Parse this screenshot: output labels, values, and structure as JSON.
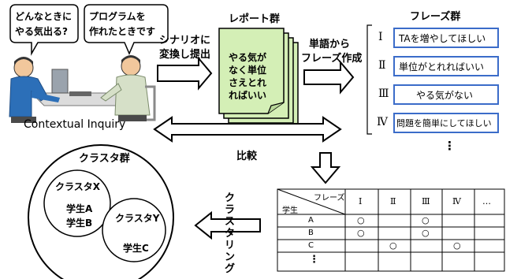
{
  "inquiry": {
    "bubble_left_line1": "どんなときに",
    "bubble_left_line2": "やる気出る?",
    "bubble_right_line1": "プログラムを",
    "bubble_right_line2": "作れたときです",
    "caption": "Contextual Inquiry"
  },
  "step_scenario": {
    "line1": "シナリオに",
    "line2": "変換し提出"
  },
  "reports": {
    "title": "レポート群",
    "text_lines": [
      "やる気が",
      "なく単位",
      "さえとれ",
      "ればいい"
    ]
  },
  "step_phrase": {
    "line1": "単語から",
    "line2": "フレーズ作成"
  },
  "phrases": {
    "title": "フレーズ群",
    "items": [
      {
        "numeral": "Ⅰ",
        "text": "TAを増やしてほしい"
      },
      {
        "numeral": "Ⅱ",
        "text": "単位がとれればいい"
      },
      {
        "numeral": "Ⅲ",
        "text": "やる気がない"
      },
      {
        "numeral": "Ⅳ",
        "text": "問題を簡単にしてほしい"
      }
    ],
    "more": "⋮"
  },
  "compare_label": "比較",
  "clusters": {
    "title": "クラスタ群",
    "cluster_x": {
      "name": "クラスタX",
      "members_line1": "学生A",
      "members_line2": "学生B"
    },
    "cluster_y": {
      "name": "クラスタY",
      "members": "学生C"
    }
  },
  "clustering_label": [
    "ク",
    "ラ",
    "ス",
    "タ",
    "リ",
    "ン",
    "グ"
  ],
  "matrix": {
    "corner_top": "フレーズ",
    "corner_bottom": "学生",
    "columns": [
      "Ⅰ",
      "Ⅱ",
      "Ⅲ",
      "Ⅳ",
      "…"
    ],
    "rows": [
      {
        "label": "A",
        "cells": [
          "○",
          "",
          "○",
          "",
          ""
        ]
      },
      {
        "label": "B",
        "cells": [
          "○",
          "",
          "○",
          "",
          ""
        ]
      },
      {
        "label": "C",
        "cells": [
          "",
          "○",
          "",
          "○",
          ""
        ]
      }
    ],
    "more_rows": "⋮"
  },
  "colors": {
    "report_fill": "#d4efb6",
    "phrase_border": "#3b6cc9",
    "line": "#000000"
  }
}
